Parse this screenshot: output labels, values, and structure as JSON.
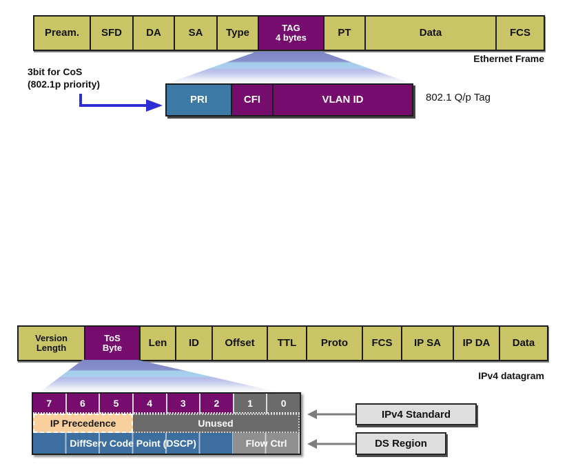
{
  "colors": {
    "field_yellow": "#c9c566",
    "tag_purple": "#760c6e",
    "pri_blue": "#3c79a5",
    "dscp_blue": "#3c6f9f",
    "ip_precedence_peach": "#f8cf9d",
    "unused_gray": "#6b6b6b",
    "flow_ctrl_gray": "#8f8f8f",
    "legend_gray": "#dedede",
    "arrow_blue": "#2e2ed6",
    "arrow_gray": "#7d7d7d"
  },
  "ethernet_frame": {
    "caption": "Ethernet Frame",
    "cells": [
      "Pream.",
      "SFD",
      "DA",
      "SA",
      "Type",
      "TAG\n4 bytes",
      "PT",
      "Data",
      "FCS"
    ]
  },
  "cos_annotation": {
    "line1": "3bit for CoS",
    "line2": "(802.1p priority)"
  },
  "dot1q_tag": {
    "caption": "802.1 Q/p Tag",
    "cells": [
      "PRI",
      "CFI",
      "VLAN ID"
    ]
  },
  "ipv4_datagram": {
    "caption": "IPv4 datagram",
    "cells": [
      "Version\nLength",
      "ToS\nByte",
      "Len",
      "ID",
      "Offset",
      "TTL",
      "Proto",
      "FCS",
      "IP SA",
      "IP DA",
      "Data"
    ]
  },
  "tos_byte_detail": {
    "bits": [
      "7",
      "6",
      "5",
      "4",
      "3",
      "2",
      "1",
      "0"
    ],
    "ipv4_standard_row": {
      "ip_precedence": "IP Precedence",
      "unused": "Unused"
    },
    "ds_region_row": {
      "dscp": "DiffServ Code Point (DSCP)",
      "flow_ctrl": "Flow Ctrl"
    },
    "legend": {
      "ipv4_standard": "IPv4 Standard",
      "ds_region": "DS Region"
    }
  }
}
